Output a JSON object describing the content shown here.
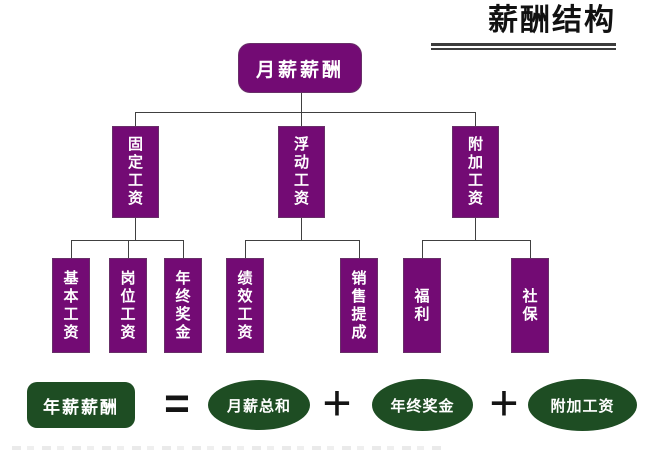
{
  "title": {
    "text": "薪酬结构"
  },
  "tree": {
    "root": {
      "label": "月薪薪酬"
    },
    "level2": [
      {
        "label": "固定工资"
      },
      {
        "label": "浮动工资"
      },
      {
        "label": "附加工资"
      }
    ],
    "level3": [
      {
        "label": "基本工资",
        "parent": "固定工资"
      },
      {
        "label": "岗位工资",
        "parent": "固定工资"
      },
      {
        "label": "年终奖金",
        "parent": "固定工资"
      },
      {
        "label": "绩效工资",
        "parent": "浮动工资"
      },
      {
        "label": "销售提成",
        "parent": "浮动工资"
      },
      {
        "label": "福利",
        "parent": "附加工资"
      },
      {
        "label": "社保",
        "parent": "附加工资"
      }
    ]
  },
  "equation": {
    "result": "年薪薪酬",
    "equals": "=",
    "plus": "+",
    "terms": [
      "月薪总和",
      "年终奖金",
      "附加工资"
    ]
  },
  "colors": {
    "node_purple": "#730b74",
    "node_green": "#1e4d23",
    "connector": "#404040",
    "title_text": "#111111",
    "node_text": "#ffffff"
  }
}
